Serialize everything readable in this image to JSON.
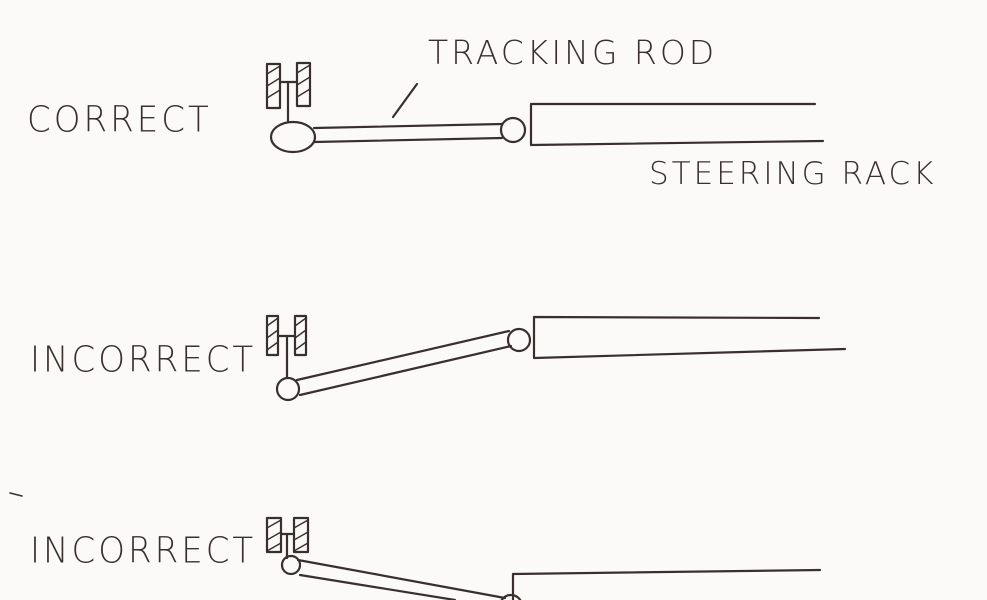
{
  "diagram": {
    "rows": [
      {
        "label": "CORRECT"
      },
      {
        "label": "INCORRECT"
      },
      {
        "label": "INCORRECT"
      }
    ],
    "annotations": {
      "tracking_rod": "TRACKING ROD",
      "steering_rack": "STEERING RACK"
    },
    "ink_color": "#3a2f2f",
    "paper_color": "#fbfaf8"
  }
}
